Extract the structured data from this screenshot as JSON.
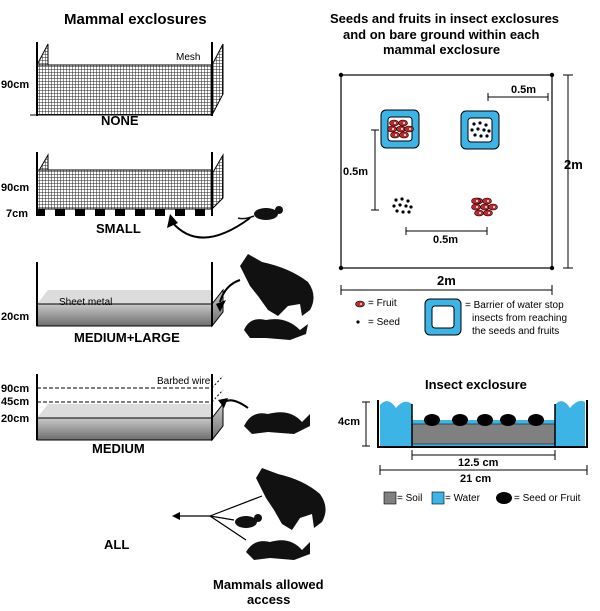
{
  "left": {
    "title": "Mammal exclosures",
    "mesh_label": "Mesh",
    "sheet_metal_label": "Sheet metal",
    "barbed_wire_label": "Barbed wire",
    "exclosures": [
      {
        "name": "NONE",
        "heights": [
          "90cm"
        ]
      },
      {
        "name": "SMALL",
        "heights": [
          "90cm",
          "7cm"
        ]
      },
      {
        "name": "MEDIUM+LARGE",
        "heights": [
          "20cm"
        ]
      },
      {
        "name": "MEDIUM",
        "heights": [
          "90cm",
          "45cm",
          "20cm"
        ]
      },
      {
        "name": "ALL",
        "heights": []
      }
    ],
    "footer": [
      "Mammals allowed",
      "access"
    ]
  },
  "right": {
    "plot_title": [
      "Seeds and fruits in insect exclosures",
      "and on bare ground within each",
      "mammal exclosure"
    ],
    "dim_2m_side": "2m",
    "dim_2m_bottom": "2m",
    "dim_05_top": "0.5m",
    "dim_05_left": "0.5m",
    "dim_05_mid": "0.5m",
    "legend_fruit": "= Fruit",
    "legend_seed": "= Seed",
    "barrier_text": [
      "= Barrier of water stop",
      "insects from reaching",
      "the seeds and fruits"
    ],
    "insect_title": "Insect exclosure",
    "dim_4cm": "4cm",
    "dim_12_5": "12.5 cm",
    "dim_21": "21 cm",
    "legend_soil": "= Soil",
    "legend_water": "= Water",
    "legend_seed_fruit": "= Seed or Fruit"
  },
  "colors": {
    "soil": "#808080",
    "water": "#3cb4e6",
    "fruit": "#c0282c"
  }
}
